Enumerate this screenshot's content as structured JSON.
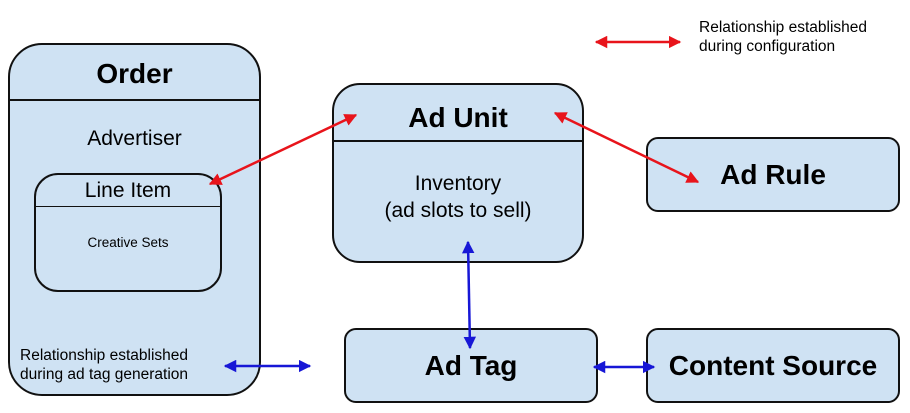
{
  "colors": {
    "box_fill": "#cfe2f3",
    "outline": "#111111",
    "config_arrow": "#e8141b",
    "tag_arrow": "#1717d6"
  },
  "order": {
    "title": "Order",
    "advertiser": "Advertiser",
    "line_item": {
      "title": "Line Item",
      "content": "Creative Sets"
    }
  },
  "ad_unit": {
    "title": "Ad Unit",
    "line1": "Inventory",
    "line2": "(ad slots to sell)"
  },
  "ad_rule": {
    "title": "Ad Rule"
  },
  "ad_tag": {
    "title": "Ad Tag"
  },
  "content_source": {
    "title": "Content Source"
  },
  "legend": {
    "configuration": {
      "line1": "Relationship established",
      "line2": "during configuration"
    },
    "tag_generation": {
      "line1": "Relationship established",
      "line2": "during ad tag generation"
    }
  }
}
